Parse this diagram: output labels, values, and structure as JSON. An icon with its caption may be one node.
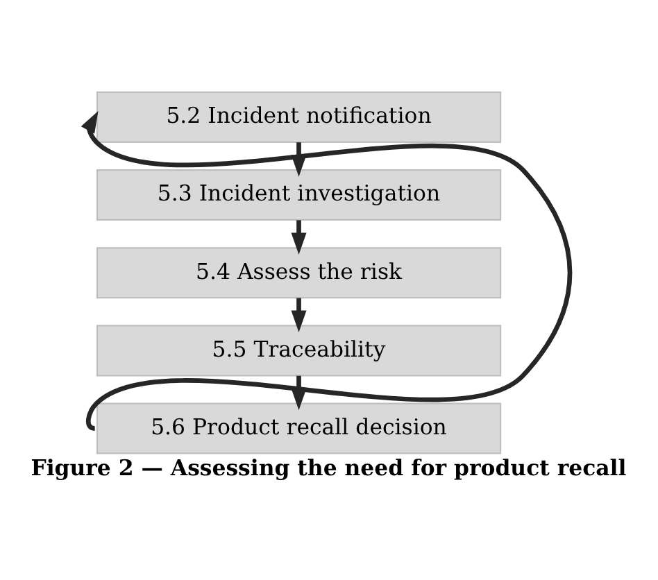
{
  "diagram": {
    "caption": "Figure 2 — Assessing the need for product recall",
    "nodes": [
      {
        "text": [
          "5.2 Incident notification"
        ]
      },
      {
        "text": [
          "5.3 Incident investigation"
        ]
      },
      {
        "text": [
          "5.4 Assess the risk"
        ]
      },
      {
        "text": [
          "5.5 Traceability"
        ]
      },
      {
        "text": [
          "5.6 Product recall decision"
        ]
      }
    ],
    "edges": [
      {
        "from": 0,
        "to": 1,
        "arrow": "to"
      },
      {
        "from": 1,
        "to": 2,
        "arrow": "to"
      },
      {
        "from": 2,
        "to": 3,
        "arrow": "to"
      },
      {
        "from": 3,
        "to": 4,
        "arrow": "to"
      },
      {
        "from": 4,
        "to": 0,
        "arrow": "to"
      }
    ]
  }
}
